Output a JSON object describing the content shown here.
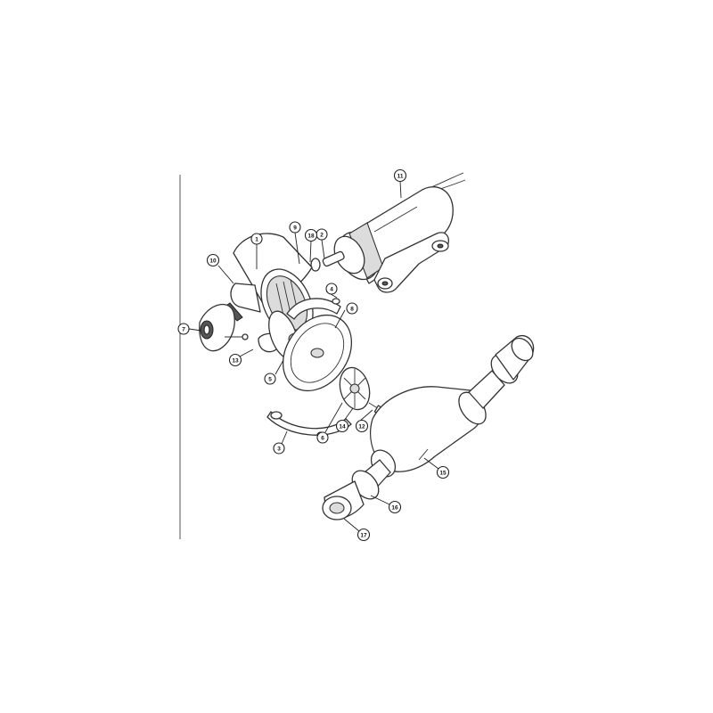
{
  "callouts": [
    {
      "number": "1"
    },
    {
      "number": "2"
    },
    {
      "number": "3"
    },
    {
      "number": "4"
    },
    {
      "number": "5"
    },
    {
      "number": "6"
    },
    {
      "number": "7"
    },
    {
      "number": "8"
    },
    {
      "number": "9"
    },
    {
      "number": "10"
    },
    {
      "number": "11"
    },
    {
      "number": "12"
    },
    {
      "number": "13"
    },
    {
      "number": "14"
    },
    {
      "number": "15"
    },
    {
      "number": "16"
    },
    {
      "number": "17"
    },
    {
      "number": "18"
    }
  ]
}
